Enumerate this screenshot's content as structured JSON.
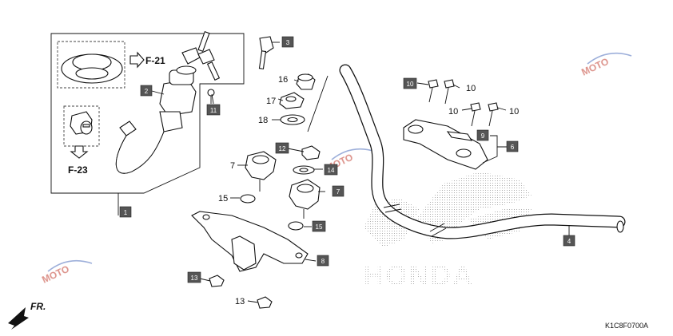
{
  "callouts": {
    "p1": "1",
    "p2": "2",
    "p3": "3",
    "p4": "4",
    "p6": "6",
    "p8": "8",
    "p9": "9",
    "p11": "11",
    "p12": "12",
    "p13": "13",
    "p14": "14",
    "p15": "15",
    "n7a": "7",
    "n7b": "7",
    "n10a": "10",
    "n10b": "10",
    "n10c": "10",
    "n10d": "10",
    "n13": "13",
    "n15": "15",
    "n16": "16",
    "n17": "17",
    "n18": "18"
  },
  "references": {
    "f21": "F-21",
    "f23": "F-23"
  },
  "direction_label": "FR.",
  "diagram_code": "K1C8F0700A",
  "watermark": {
    "brand_text": "HONDA",
    "moto_text": "MOTO"
  },
  "colors": {
    "callout_box": "#555555",
    "line": "#111111",
    "dot_pattern": "#9a9a9a",
    "watermark": "#c0392b"
  }
}
